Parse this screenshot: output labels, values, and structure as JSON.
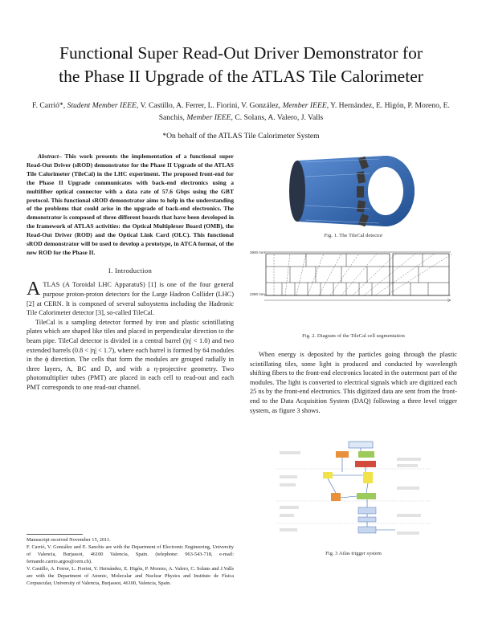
{
  "title": {
    "line1": "Functional Super Read-Out Driver Demonstrator for",
    "line2": "the Phase II Upgrade of the ATLAS Tile Calorimeter"
  },
  "authors": {
    "a1": "F. Carrió*, ",
    "a1_role": "Student Member IEEE",
    "a2": ", V. Castillo, A. Ferrer, L. Fiorini, V. González, ",
    "a2_role": "Member IEEE",
    "a3": ", Y. Hernández, E. Higón, P. Moreno, E. Sanchis, ",
    "a3_role": "Member IEEE",
    "a4": ", C. Solans, A. Valero, J. Valls"
  },
  "behalf": "*On behalf of the ATLAS Tile Calorimeter System",
  "abstract": {
    "label": "Abstract",
    "text": "– This work presents the implementation of a functional super Read-Out Driver (sROD) demonstrator for the Phase II Upgrade of the ATLAS Tile Calorimeter (TileCal) in the LHC experiment. The proposed front-end for the Phase II Upgrade communicates with back-end electronics using a multifiber optical connector with a data rate of 57.6 Gbps using the GBT protocol. This functional sROD demonstrator aims to help in the understanding of the problems that could arise in the upgrade of back-end electronics. The demonstrator is composed of three different boards that have been developed in the framework of ATLAS activities: the Optical Multiplexer Board (OMB), the Read-Out Driver (ROD) and the Optical Link Card (OLC). This functional sROD demonstrator will be used to develop a prototype, in ATCA format, of the new ROD for the Phase II."
  },
  "intro": {
    "heading": "I. Introduction",
    "dropcap": "A",
    "p1": "TLAS (A Toroidal LHC ApparatuS) [1] is one of the four general purpose proton-proton detectors for the Large Hadron Collider (LHC) [2] at CERN. It is composed of several subsystems including the Hadronic Tile Calorimeter detector [3], so-called TileCal.",
    "p2": "TileCal is a sampling detector formed by iron and plastic scintillating plates which are shaped like tiles and placed in perpendicular direction to the beam pipe. TileCal detector is divided in a central barrel (|η| < 1.0) and two extended barrels (0.8 < |η| < 1.7), where each barrel is formed by 64 modules in the ϕ direction. The cells that form the modules are grouped radially in three layers, A, BC and D, and with a η-projective geometry. Two photomultiplier tubes (PMT) are placed in each cell to read-out and each PMT corresponds to one read-out channel."
  },
  "footnotes": {
    "f1": "Manuscript received November 15, 2011.",
    "f2": "F. Carrió, V. González and E. Sanchis are with the Department of Electronic Engineering, University of Valencia, Burjassot, 46100 Valencia, Spain. (telephone: 963-543-718, e-mail: fernando.carrio.argos@cern.ch).",
    "f3": "V. Castillo, A. Ferrer, L. Fiorini, Y. Hernández, E. Higón, P. Moreno, A. Valero, C. Solans and J.Valls are with the Department of Atomic, Molecular and Nuclear Physics and Instituto de Física Corpuscular, University of Valencia, Burjassot, 46100, Valencia, Spain."
  },
  "figures": {
    "fig1_caption": "Fig. 1. The TileCal detector",
    "fig2_caption": "Fig. 2. Diagram of the TileCal cell segmentation",
    "fig3_caption": "Fig. 3 Atlas trigger system",
    "fig2_labels": {
      "y_top": "3900 mm",
      "y_bottom": "2280 mm"
    }
  },
  "energy_text": "When energy is deposited by the particles going through the plastic scintillating tiles, some light is produced and conducted by wavelength shifting fibers to the front-end electronics located in the outermost part of the modules. The light is converted to electrical signals which are digitized each 25 ns by the front-end electronics. This digitized data are sent from the front-end to the Data Acquisition System (DAQ) following a three level trigger system, as figure 3 shows.",
  "colors": {
    "detector_blue": "#2e5fa8",
    "detector_dark": "#2a3447",
    "trigger_orange": "#e8913a",
    "trigger_yellow": "#f2e24a",
    "trigger_red": "#d24a3c",
    "trigger_green": "#9ccb5c"
  }
}
